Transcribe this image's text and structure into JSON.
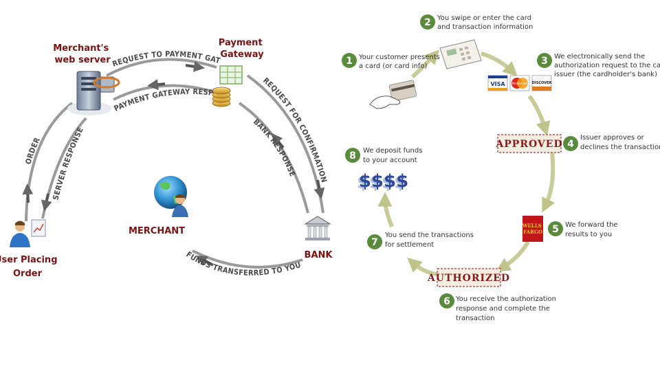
{
  "left": {
    "merchant_server_label": [
      "Merchant's",
      "web server"
    ],
    "payment_gateway_label": [
      "Payment",
      "Gateway"
    ],
    "user_label": [
      "User Placing",
      "Order"
    ],
    "merchant_label": "MERCHANT",
    "bank_label": "BANK",
    "arcs": {
      "request_to_gateway": "REQUEST TO PAYMENT GATWAY",
      "gateway_response": "PAYMENT GATEWAY RESPONSE",
      "request_confirmation": "REQUEST FOR CONFIRMATION",
      "bank_response": "BANK RESPONSE",
      "order": "ORDER",
      "server_response": "SERVER RESPONSE",
      "funds_transferred": "FUNDS TRANSFERRED TO YOUR A/C"
    }
  },
  "right": {
    "steps": [
      {
        "num": "1",
        "lines": [
          "Your customer presents",
          "a card (or card info)"
        ]
      },
      {
        "num": "2",
        "lines": [
          "You swipe or enter the card",
          "and transaction information"
        ]
      },
      {
        "num": "3",
        "lines": [
          "We electronically send the",
          "authorization request to the card",
          "issuer (the cardholder's bank)"
        ]
      },
      {
        "num": "4",
        "lines": [
          "Issuer approves or",
          "declines the transaction"
        ]
      },
      {
        "num": "5",
        "lines": [
          "We forward the",
          "results to you"
        ]
      },
      {
        "num": "6",
        "lines": [
          "You receive the authorization",
          "response and complete the",
          "transaction"
        ]
      },
      {
        "num": "7",
        "lines": [
          "You send the transactions",
          "for settlement"
        ]
      },
      {
        "num": "8",
        "lines": [
          "We deposit funds",
          "to your account"
        ]
      }
    ],
    "approved_stamp": "APPROVED",
    "authorized_stamp": "AUTHORIZED",
    "card_logos": [
      "VISA",
      "MasterCard",
      "DISCOVER"
    ],
    "bank_logo": [
      "WELLS",
      "FARGO"
    ],
    "deposit_symbol": "$$$$"
  },
  "colors": {
    "arc_gray": "#9a9a9a",
    "step_green": "#5a8a3c",
    "ring_khaki": "#c9cc98",
    "label_red": "#7a1212"
  }
}
